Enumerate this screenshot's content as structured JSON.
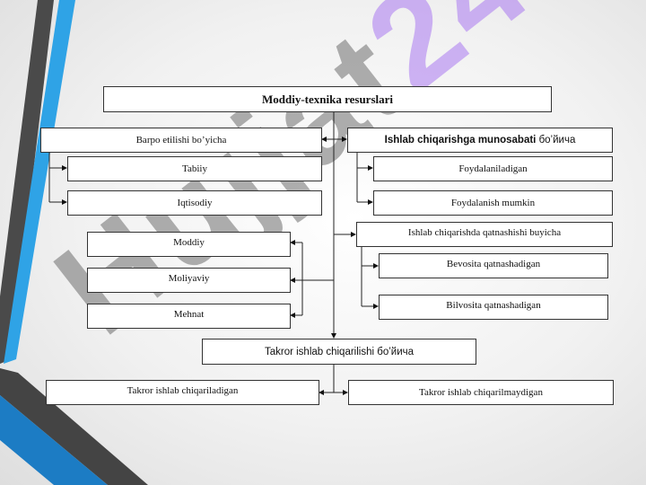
{
  "watermark": {
    "part1": "Hujjat",
    "part2": "24"
  },
  "title": "Moddiy-texnika resurslari",
  "left_group": {
    "header": "Barpo etilishi bo’yicha",
    "items": [
      "Tabiiy",
      "Iqtisodiy"
    ]
  },
  "right_group": {
    "header_bold": "Ishlab chiqarishga munosabati",
    "header_rest": " бо’йича",
    "items": [
      "Foydalaniladigan",
      "Foydalanish mumkin"
    ]
  },
  "participation": {
    "header": "Ishlab chiqarishda qatnashishi buyicha",
    "items": [
      "Bevosita qatnashadigan",
      "Bilvosita qatnashadigan"
    ]
  },
  "types": [
    "Moddiy",
    "Moliyaviy",
    "Mehnat"
  ],
  "reproduction": {
    "header": "Takror ishlab chiqarilishi бо’йича",
    "items": [
      "Takror ishlab chiqariladigan",
      "Takror ishlab chiqarilmaydigan"
    ]
  }
}
